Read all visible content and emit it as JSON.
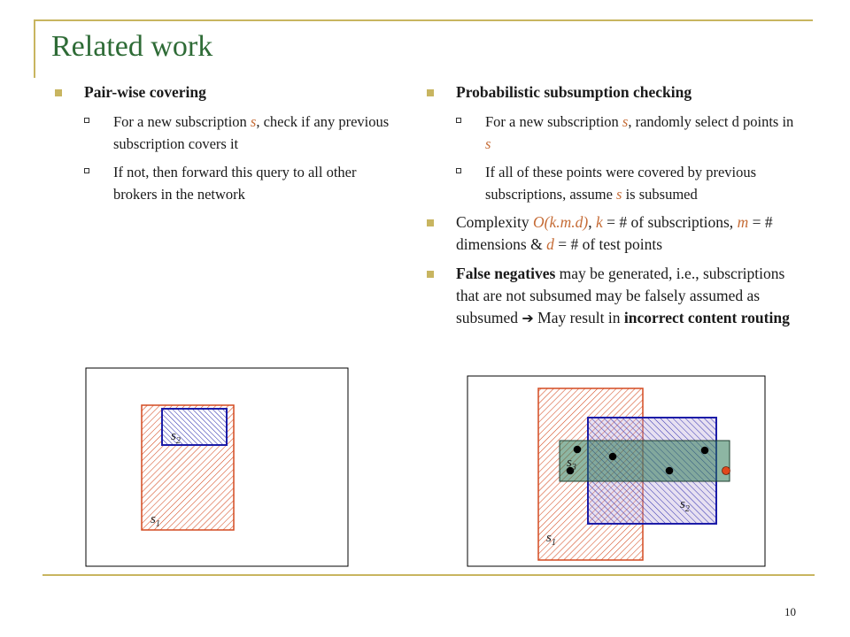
{
  "slide": {
    "title": "Related work",
    "page_number": "10"
  },
  "left": {
    "heading": "Pair-wise covering",
    "items": [
      {
        "before": "For a new subscription ",
        "var": "s",
        "after": ",  check if any previous subscription covers it"
      },
      {
        "text": "If not, then forward this query to all other brokers in the network"
      }
    ]
  },
  "right": {
    "heading": "Probabilistic subsumption checking",
    "sub_items": [
      {
        "before": "For a new subscription ",
        "var1": "s",
        "middle": ",  randomly select d points in ",
        "var2": "s"
      },
      {
        "before": "If all of these points were covered by previous subscriptions, assume ",
        "var": "s",
        "after": " is subsumed"
      }
    ],
    "complexity": {
      "p1": "Complexity ",
      "expr": "O(k.m.d)",
      "p2": ", ",
      "k": "k",
      "p3": " = # of subscriptions, ",
      "m": "m",
      "p4": " = # dimensions & ",
      "d": "d",
      "p5": " = # of test points"
    },
    "false_neg": {
      "bold1": "False negatives",
      "text1": " may be generated, i.e., subscriptions that are not subsumed may be falsely assumed as subsumed ",
      "arrow": "➔",
      "text2": " May result in ",
      "bold2": "incorrect content routing"
    }
  },
  "figures": {
    "left": {
      "s1_label": "s",
      "s1_sub": "1",
      "s2_label": "s",
      "s2_sub": "2"
    },
    "right": {
      "s1_label": "s",
      "s1_sub": "1",
      "s2_label": "s",
      "s2_sub": "2",
      "s3_label": "s",
      "s3_sub": "3"
    }
  },
  "colors": {
    "accent": "#c8b560",
    "title": "#2e6b36",
    "s1": "#d44a20",
    "s2": "#1c1ca8",
    "s3": "#2f7a58",
    "outlier_point": "#e0481c"
  }
}
